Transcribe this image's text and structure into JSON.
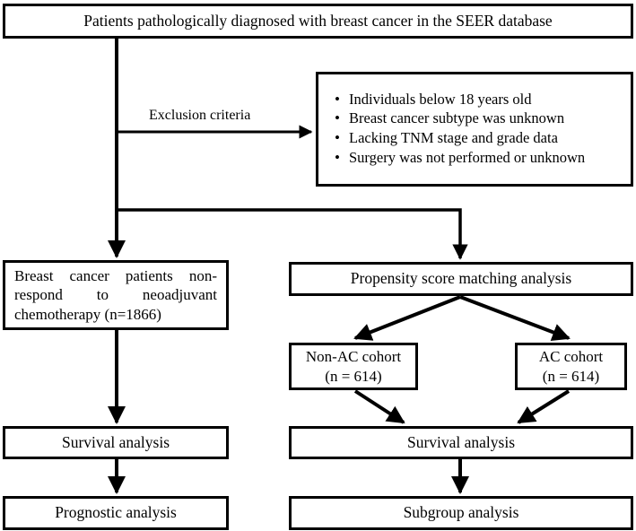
{
  "diagram": {
    "title": "SEER breast cancer study flowchart",
    "style": {
      "box_border_color": "#000000",
      "background": "#ffffff",
      "text_color": "#000000"
    }
  },
  "nodes": {
    "source": {
      "label": "Patients pathologically  diagnosed with breast cancer  in the SEER database"
    },
    "exclusion": {
      "heading": "",
      "items": [
        "Individuals below  18 years old",
        "Breast cancer subtype was unknown",
        "Lacking  TNM stage and grade data",
        "Surgery was not performed or unknown"
      ]
    },
    "non_respond": {
      "line1": "Breast cancer patients non-",
      "line2": "respond to neoadjuvant",
      "line3": "chemotherapy (n=1866)",
      "count": "1866"
    },
    "psm": {
      "label": "Propensity score matching analysis"
    },
    "non_ac_cohort": {
      "line1": "Non-AC cohort",
      "line2": "(n = 614)",
      "count": "614"
    },
    "ac_cohort": {
      "line1": "AC cohort",
      "line2": "(n = 614)",
      "count": "614"
    },
    "survival_left": {
      "label": "Survival analysis"
    },
    "survival_right": {
      "label": "Survival analysis"
    },
    "prognostic": {
      "label": "Prognostic analysis"
    },
    "subgroup": {
      "label": "Subgroup analysis"
    }
  },
  "edges": {
    "exclusion_label": "Exclusion criteria"
  }
}
